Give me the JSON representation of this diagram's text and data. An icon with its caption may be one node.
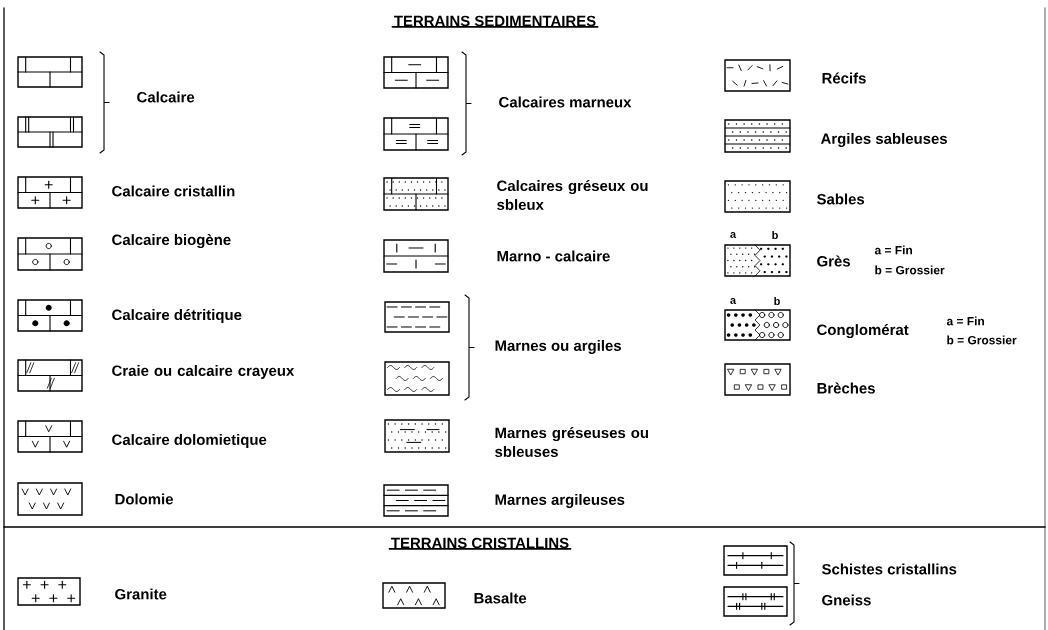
{
  "diagram": {
    "title": "TERRAINS SEDIMENTAIRES",
    "labels": [
      "TERRAINS CRISTALLINS",
      "a",
      "b",
      "a = Fin",
      "b = Grossier",
      "a",
      "b",
      "a = Fin",
      "b = Grossier"
    ],
    "legend": [
      {
        "text": "Calcaire"
      },
      {
        "text": "Calcaire cristallin"
      },
      {
        "text": "Calcaire biogène"
      },
      {
        "text": "Calcaire détritique"
      },
      {
        "text": "Craie ou calcaire crayeux"
      },
      {
        "text": "Calcaire dolomietique"
      },
      {
        "text": "Dolomie"
      },
      {
        "text": "Calcaires marneux"
      },
      {
        "text": "Calcaires gréseux ou sbleux"
      },
      {
        "text": "Marno - calcaire"
      },
      {
        "text": "Marnes ou argiles"
      },
      {
        "text": "Marnes gréseuses ou sbleuses"
      },
      {
        "text": "Marnes argileuses"
      },
      {
        "text": "Récifs"
      },
      {
        "text": "Argiles sableuses"
      },
      {
        "text": "Sables"
      },
      {
        "text": "Grès"
      },
      {
        "text": "Conglomérat"
      },
      {
        "text": "Brèches"
      },
      {
        "text": "Granite"
      },
      {
        "text": "Basalte"
      },
      {
        "text": "Schistes cristallins"
      },
      {
        "text": "Gneiss"
      }
    ]
  }
}
